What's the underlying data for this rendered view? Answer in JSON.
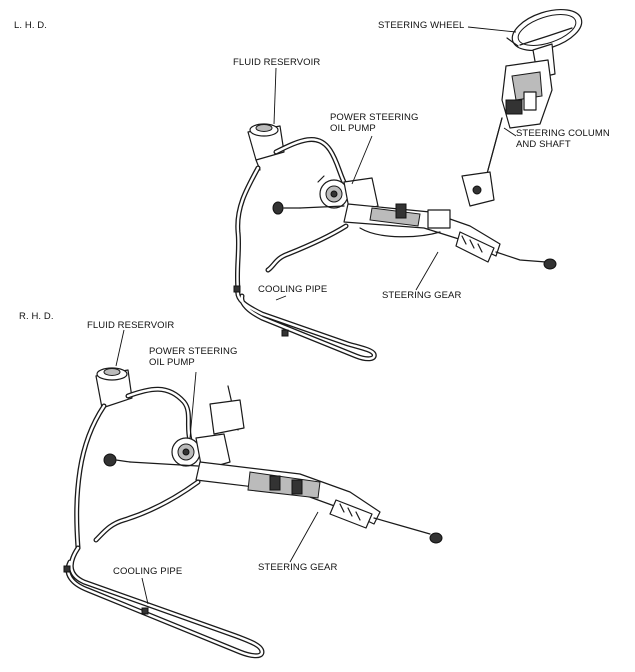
{
  "lhd": {
    "section_label": "L. H. D.",
    "labels": {
      "steering_wheel": "STEERING WHEEL",
      "fluid_reservoir": "FLUID RESERVOIR",
      "power_steering_oil_pump": "POWER STEERING OIL PUMP",
      "steering_column_and_shaft": "STEERING COLUMN AND SHAFT",
      "cooling_pipe": "COOLING PIPE",
      "steering_gear": "STEERING GEAR"
    }
  },
  "rhd": {
    "section_label": "R. H. D.",
    "labels": {
      "fluid_reservoir": "FLUID RESERVOIR",
      "power_steering_oil_pump": "POWER STEERING OIL PUMP",
      "cooling_pipe": "COOLING PIPE",
      "steering_gear": "STEERING GEAR"
    }
  }
}
